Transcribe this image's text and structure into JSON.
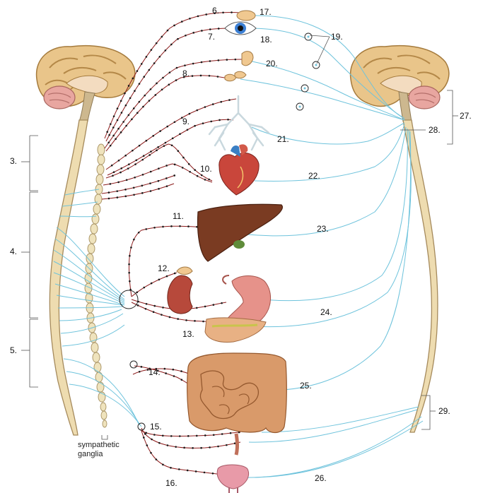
{
  "labels": {
    "l3": "3.",
    "l4": "4.",
    "l5": "5.",
    "l6": "6.",
    "l7": "7.",
    "l8": "8.",
    "l9": "9.",
    "l10": "10.",
    "l11": "11.",
    "l12": "12.",
    "l13": "13.",
    "l14": "14.",
    "l15": "15.",
    "l16": "16.",
    "l17": "17.",
    "l18": "18.",
    "l19": "19.",
    "l20": "20.",
    "l21": "21.",
    "l22": "22.",
    "l23": "23.",
    "l24": "24.",
    "l25": "25.",
    "l26": "26.",
    "l27": "27.",
    "l28": "28.",
    "l29": "29."
  },
  "ganglia_caption_line1": "sympathetic",
  "ganglia_caption_line2": "ganglia",
  "colors": {
    "sympathetic": "#8b1a1a",
    "parasympathetic": "#6ec3dc",
    "nervous_tissue": "#eedcb0",
    "brain_gyri": "#e9c58a",
    "liver": "#7a3b22",
    "intestine": "#d99a6a"
  }
}
